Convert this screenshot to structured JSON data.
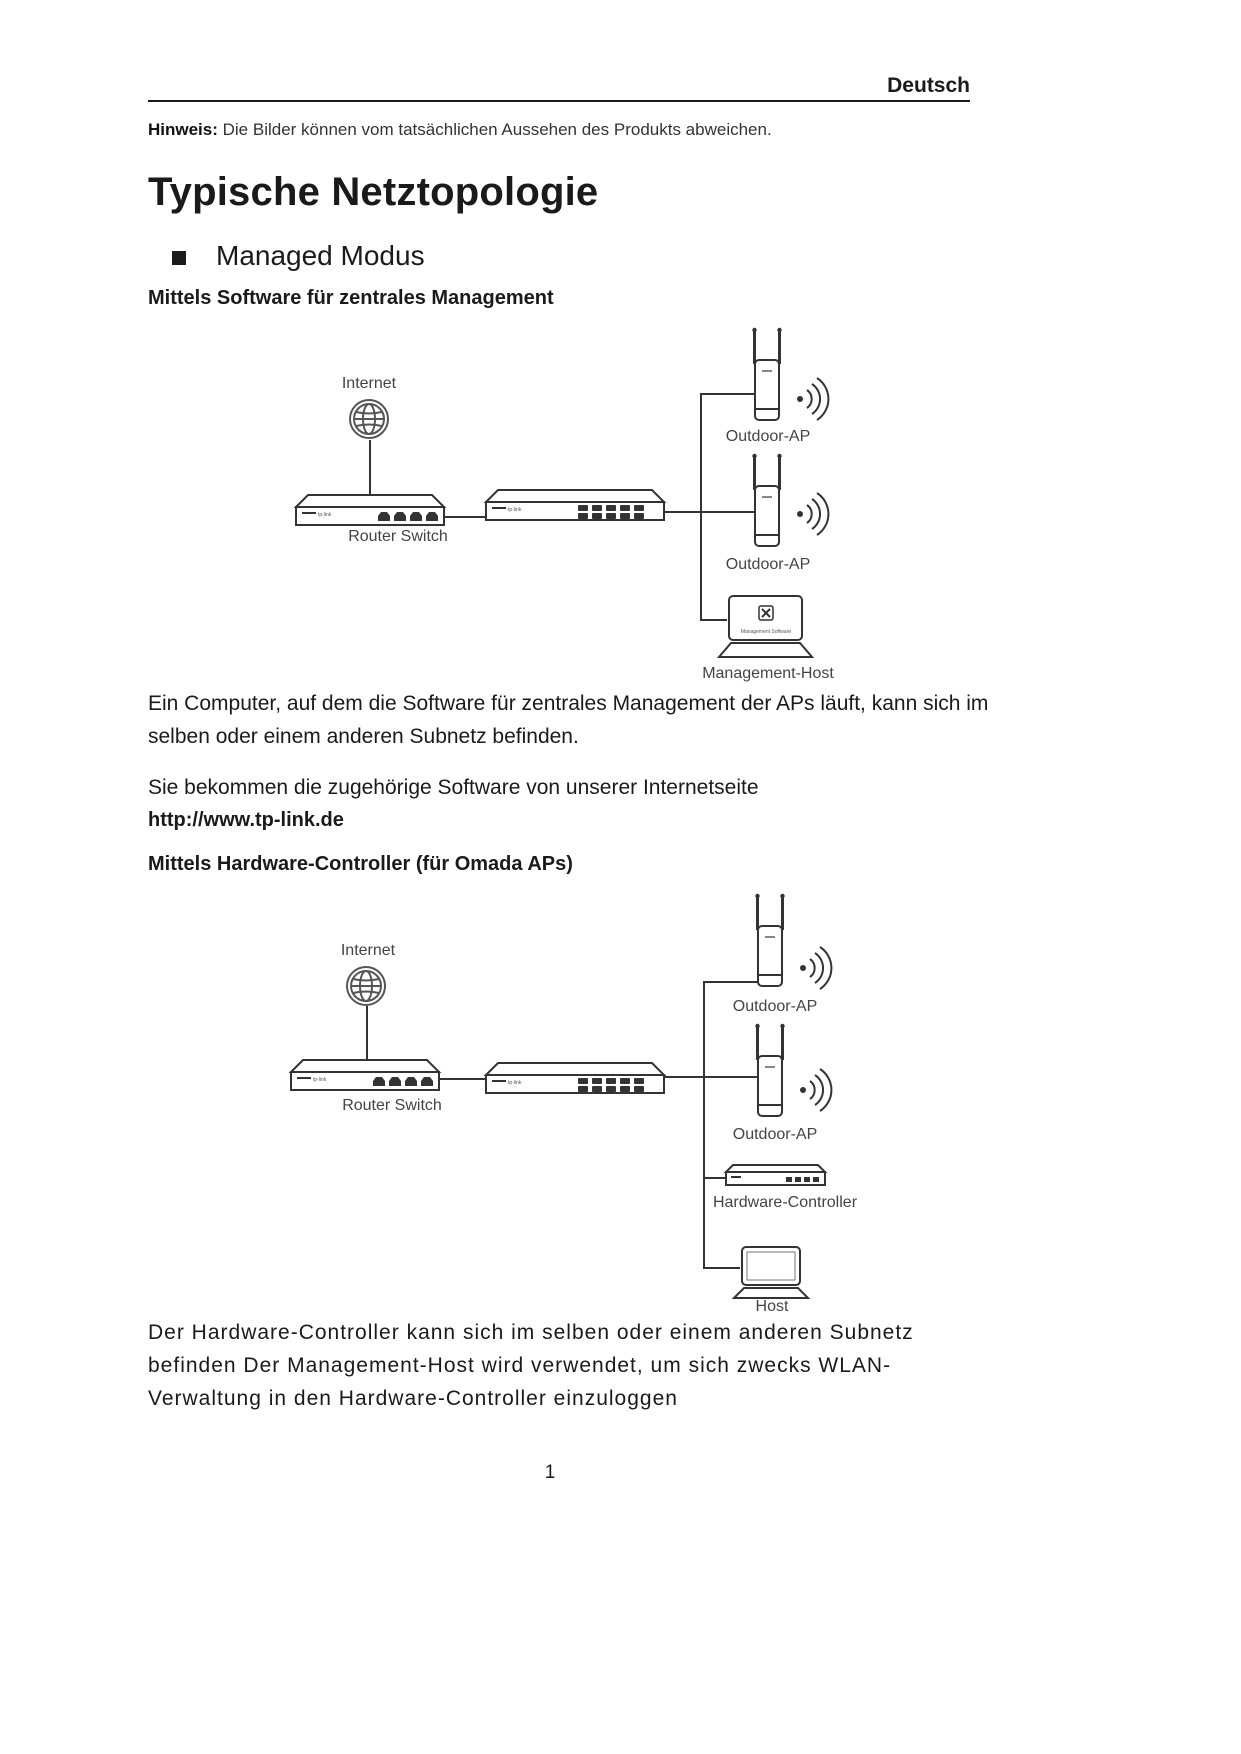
{
  "header": {
    "language": "Deutsch"
  },
  "note": {
    "label": "Hinweis:",
    "text": " Die Bilder können vom tatsächlichen Aussehen des Produkts abweichen."
  },
  "title": "Typische Netztopologie",
  "mode": "Managed Modus",
  "section1": {
    "heading": "Mittels Software für zentrales Management",
    "diagram": {
      "internet": "Internet",
      "router": "Router Switch",
      "ap1": "Outdoor-AP",
      "ap2": "Outdoor-AP",
      "host": "Management-Host",
      "screen_text": "Management Software"
    },
    "para1": "Ein Computer, auf dem die Software für zentrales Management der APs läuft, kann sich im selben oder einem anderen Subnetz befinden.",
    "para2": "Sie bekommen die zugehörige Software von unserer Internetseite",
    "url": "http://www.tp-link.de"
  },
  "section2": {
    "heading": "Mittels Hardware-Controller  (für Omada APs)",
    "diagram": {
      "internet": "Internet",
      "router": "Router Switch",
      "ap1": "Outdoor-AP",
      "ap2": "Outdoor-AP",
      "controller": "Hardware-Controller",
      "host": "Host"
    },
    "para": "Der Hardware-Controller kann sich im selben oder einem anderen Subnetz befinden    Der Management-Host wird verwendet, um sich zwecks WLAN-Verwaltung in den Hardware-Controller einzuloggen"
  },
  "page_number": "1"
}
